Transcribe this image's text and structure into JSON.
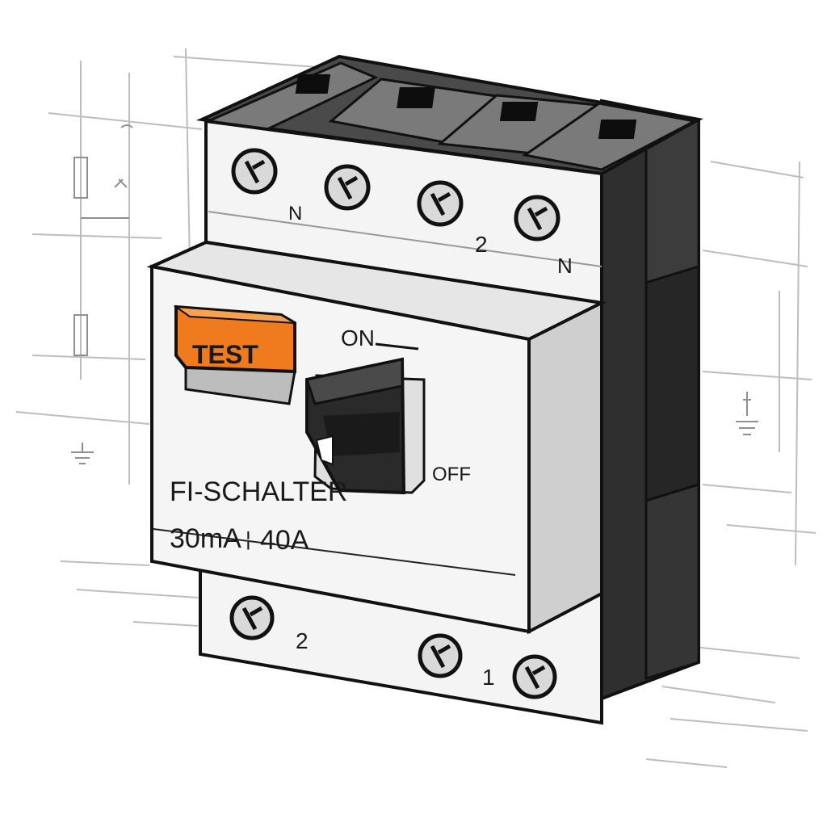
{
  "device": {
    "test_button_label": "TEST",
    "toggle": {
      "on_label": "ON",
      "off_label": "OFF"
    },
    "title": "FI-SCHALTER",
    "rating_sensitivity": "30mA",
    "rating_separator": "¦",
    "rating_current": "40A"
  },
  "terminals": {
    "top_labels": [
      "N",
      "2",
      "N"
    ],
    "bottom_labels": [
      "2",
      "1"
    ]
  },
  "colors": {
    "test_button": "#f07a1e",
    "housing_dark": "#2b2b2b",
    "housing_light": "#f2f2f2",
    "line": "#111111"
  },
  "icons": [
    "screw-icon",
    "ground-symbol-icon",
    "fuse-symbol-icon"
  ]
}
